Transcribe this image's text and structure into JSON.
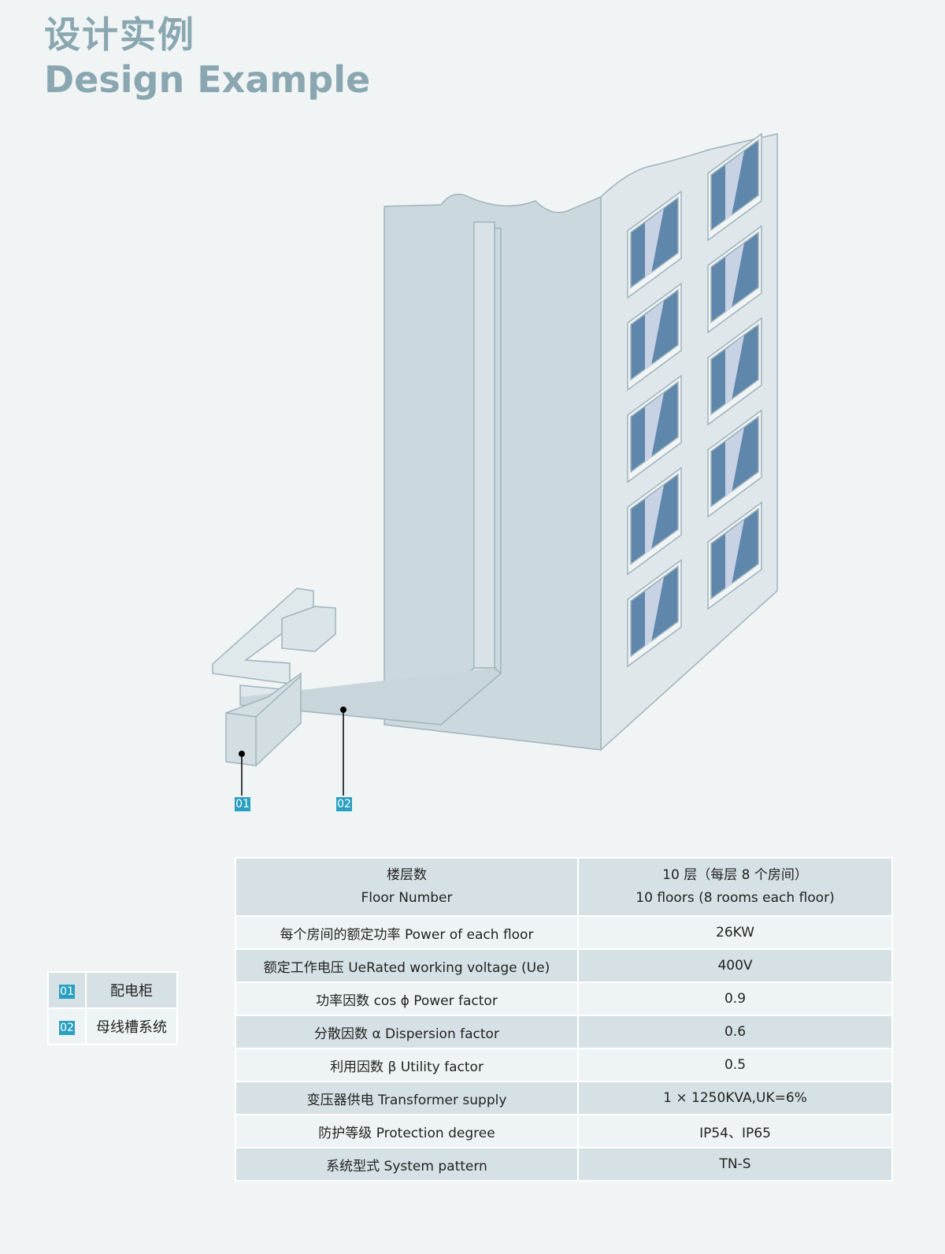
{
  "title_cn": "设计实例",
  "title_en": "Design Example",
  "callouts": [
    "01",
    "02"
  ],
  "legend": [
    {
      "num": "01",
      "label": "配电柜"
    },
    {
      "num": "02",
      "label": "母线槽系统"
    }
  ],
  "spec": {
    "header": {
      "left_cn": "楼层数",
      "left_en": "Floor Number",
      "right_cn": "10 层（每层 8 个房间）",
      "right_en": "10 floors (8 rooms each floor)"
    },
    "rows": [
      {
        "label": "每个房间的额定功率 Power of each floor",
        "value": "26KW"
      },
      {
        "label": "额定工作电压 UeRated working voltage (Ue)",
        "value": "400V"
      },
      {
        "label": "功率因数 cos ϕ Power factor",
        "value": "0.9"
      },
      {
        "label": "分散因数  α Dispersion factor",
        "value": "0.6"
      },
      {
        "label": "利用因数  β Utility factor",
        "value": "0.5"
      },
      {
        "label": "变压器供电 Transformer supply",
        "value": "1 × 1250KVA,UK=6%"
      },
      {
        "label": "防护等级 Protection degree",
        "value": "IP54、IP65"
      },
      {
        "label": "系统型式 System pattern",
        "value": "TN-S"
      }
    ]
  },
  "colors": {
    "accent": "#2aa0c0",
    "title": "#8aa7b1"
  }
}
